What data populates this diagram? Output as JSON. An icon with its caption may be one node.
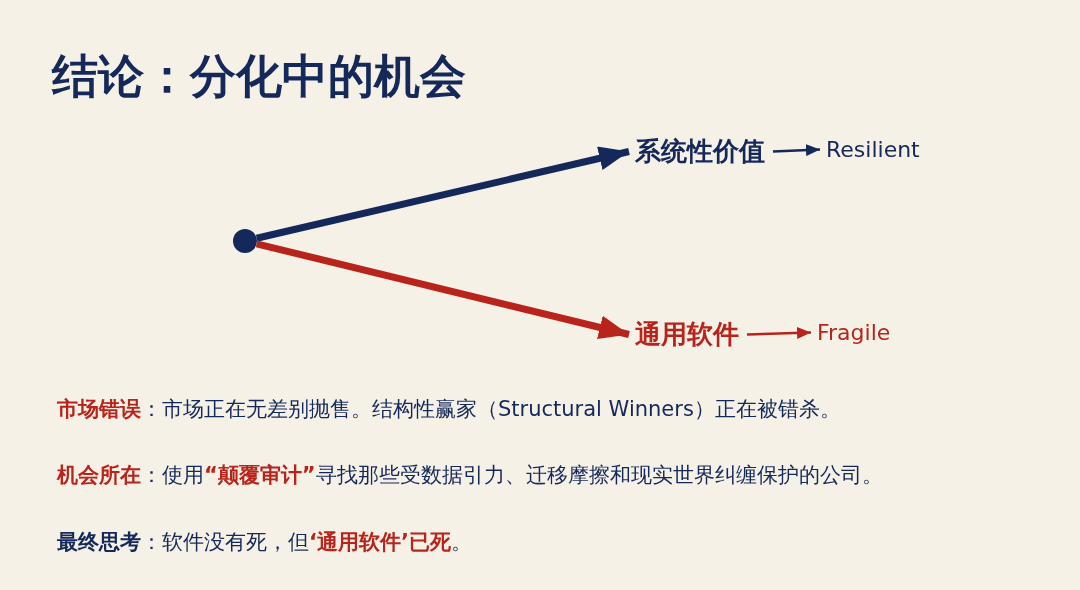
{
  "diagram": {
    "title": "结论：分化中的机会",
    "nodes": [
      {
        "text": [],
        "shape": "circle"
      },
      {
        "text": [
          "系统性价值"
        ]
      },
      {
        "text": [
          "Resilient"
        ]
      },
      {
        "text": [
          "通用软件"
        ]
      },
      {
        "text": [
          "Fragile"
        ]
      }
    ],
    "edges": [
      {
        "from": 0,
        "to": 1,
        "arrow": "to",
        "style": "thick",
        "color": "#14285a"
      },
      {
        "from": 0,
        "to": 3,
        "arrow": "to",
        "style": "thick",
        "color": "#b8241c"
      },
      {
        "from": 1,
        "to": 2,
        "arrow": "to",
        "color": "#14285a"
      },
      {
        "from": 3,
        "to": 4,
        "arrow": "to",
        "color": "#b8241c"
      }
    ],
    "labels": [
      "**市场错误**：市场正在无差别抛售。结构性赢家（Structural Winners）正在被错杀。",
      "**机会所在**：使用**“颠覆审计”**寻找那些受数据引力、迁移摩擦和现实世界纠缠保护的公司。",
      "**最终思考**：软件没有死，但**‘通用软件’已死**。"
    ]
  }
}
